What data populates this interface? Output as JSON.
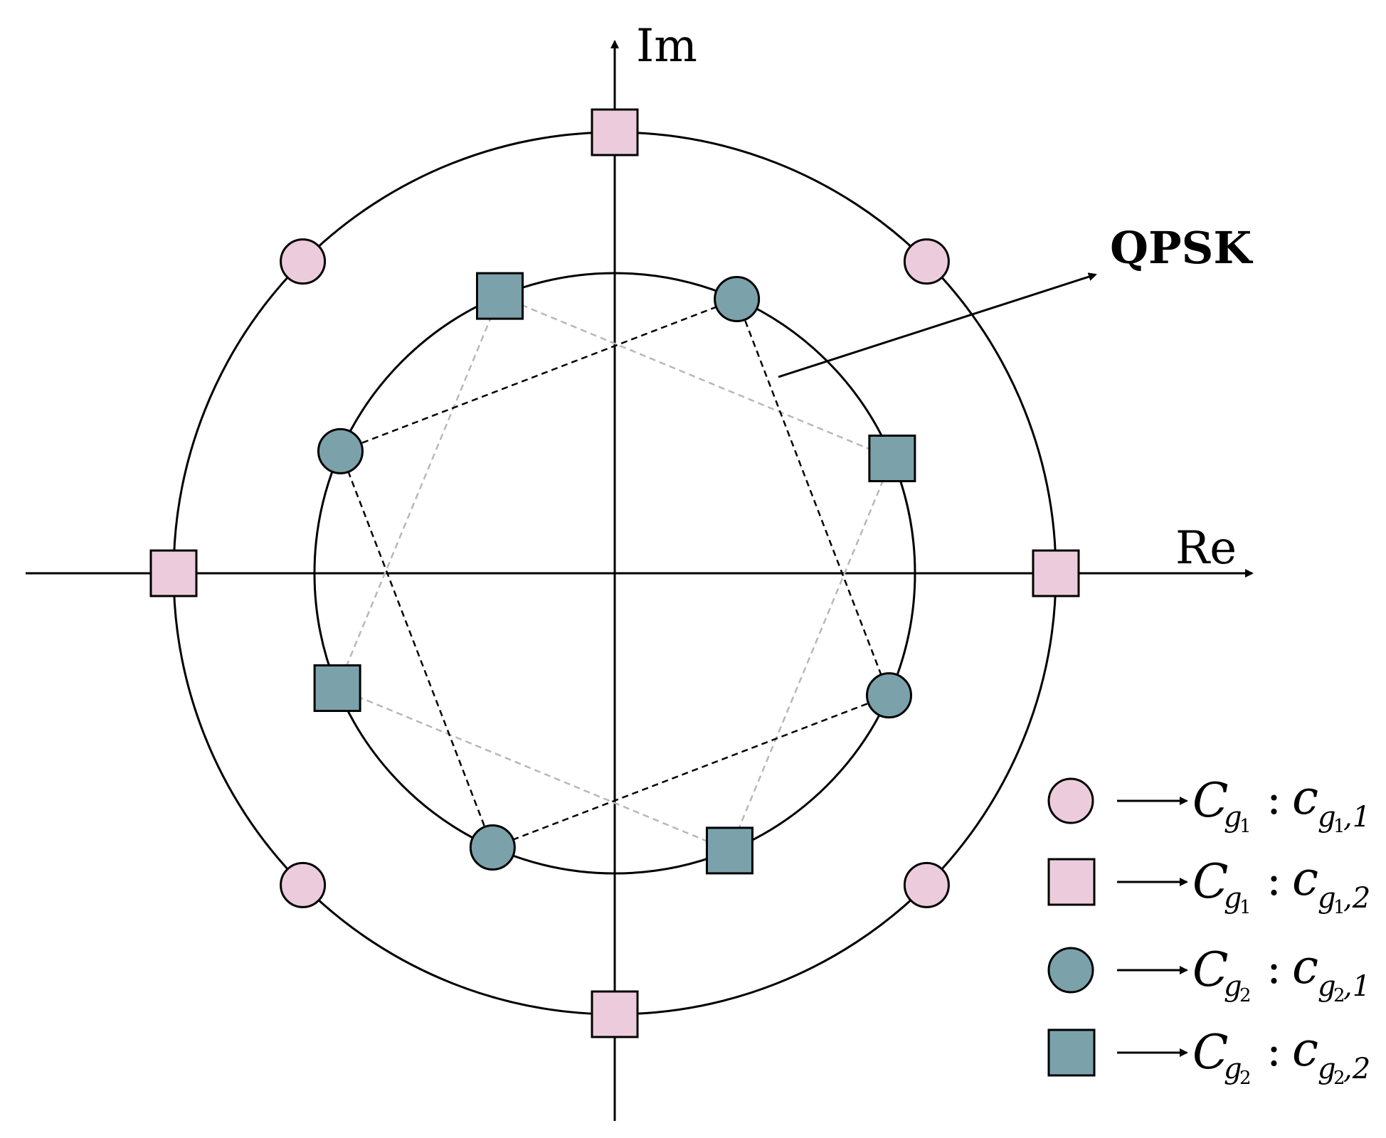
{
  "axes": {
    "x_label": "Re",
    "y_label": "Im"
  },
  "annotation": {
    "label": "QPSK"
  },
  "colors": {
    "pink": "#ecccdc",
    "teal": "#7ba2ab",
    "stroke": "#000000",
    "dash_dark": "#000000",
    "dash_light": "#b8b8b8"
  },
  "legend": [
    {
      "shape": "circle",
      "color": "pink",
      "set_letter": "C",
      "set_sub_letter": "g",
      "set_sub_index": "1",
      "colon": ":",
      "elem_letter": "c",
      "elem_sub_letter": "g",
      "elem_sub_index": "1",
      "elem_index": ",1"
    },
    {
      "shape": "square",
      "color": "pink",
      "set_letter": "C",
      "set_sub_letter": "g",
      "set_sub_index": "1",
      "colon": ":",
      "elem_letter": "c",
      "elem_sub_letter": "g",
      "elem_sub_index": "1",
      "elem_index": ",2"
    },
    {
      "shape": "circle",
      "color": "teal",
      "set_letter": "C",
      "set_sub_letter": "g",
      "set_sub_index": "2",
      "colon": ":",
      "elem_letter": "c",
      "elem_sub_letter": "g",
      "elem_sub_index": "2",
      "elem_index": ",1"
    },
    {
      "shape": "square",
      "color": "teal",
      "set_letter": "C",
      "set_sub_letter": "g",
      "set_sub_index": "2",
      "colon": ":",
      "elem_letter": "c",
      "elem_sub_letter": "g",
      "elem_sub_index": "2",
      "elem_index": ",2"
    }
  ]
}
